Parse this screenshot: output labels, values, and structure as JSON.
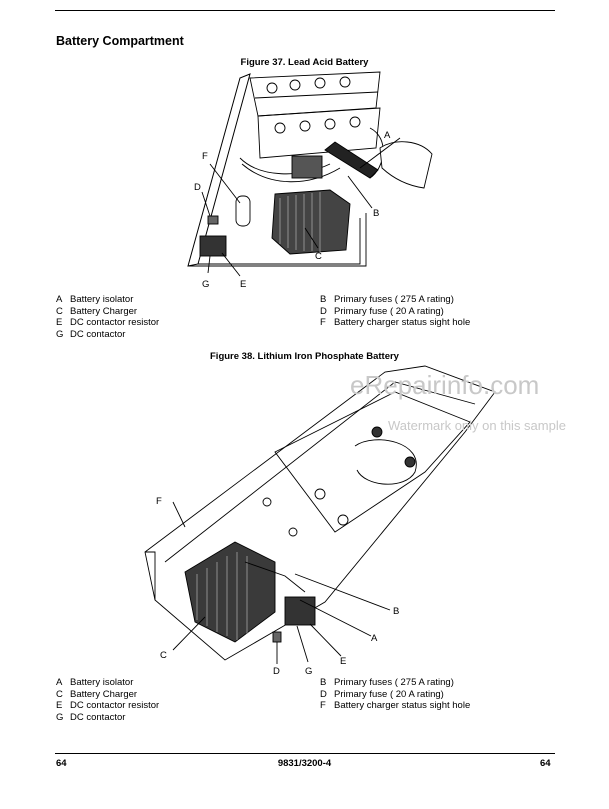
{
  "section_title": "Battery Compartment",
  "figure37": {
    "caption": "Figure 37. Lead Acid Battery",
    "callouts": {
      "A": "A",
      "B": "B",
      "C": "C",
      "D": "D",
      "E": "E",
      "F": "F",
      "G": "G"
    },
    "legend_left": [
      {
        "key": "A",
        "text": "Battery isolator"
      },
      {
        "key": "C",
        "text": "Battery Charger"
      },
      {
        "key": "E",
        "text": "DC contactor resistor"
      },
      {
        "key": "G",
        "text": "DC contactor"
      }
    ],
    "legend_right": [
      {
        "key": "B",
        "text": "Primary fuses ( 275 A rating)"
      },
      {
        "key": "D",
        "text": "Primary fuse ( 20 A rating)"
      },
      {
        "key": "F",
        "text": "Battery charger status sight hole"
      }
    ]
  },
  "figure38": {
    "caption": "Figure 38. Lithium Iron Phosphate Battery",
    "callouts": {
      "A": "A",
      "B": "B",
      "C": "C",
      "D": "D",
      "E": "E",
      "F": "F",
      "G": "G"
    },
    "legend_left": [
      {
        "key": "A",
        "text": "Battery isolator"
      },
      {
        "key": "C",
        "text": "Battery Charger"
      },
      {
        "key": "E",
        "text": "DC contactor resistor"
      },
      {
        "key": "G",
        "text": "DC contactor"
      }
    ],
    "legend_right": [
      {
        "key": "B",
        "text": "Primary fuses ( 275 A rating)"
      },
      {
        "key": "D",
        "text": "Primary fuse ( 20 A rating)"
      },
      {
        "key": "F",
        "text": "Battery charger status sight hole"
      }
    ]
  },
  "watermark": {
    "site": "eRepairinfo.com",
    "note": "Watermark only on this sample"
  },
  "footer": {
    "page_left": "64",
    "doc_number": "9831/3200-4",
    "page_right": "64"
  }
}
